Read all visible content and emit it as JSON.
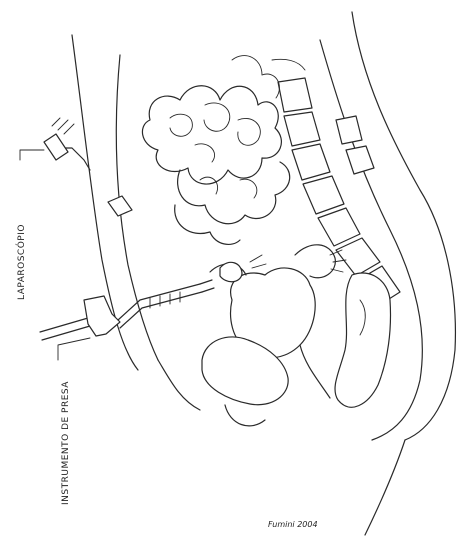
{
  "labels": {
    "laparoscope": "LAPAROSCÓPIO",
    "grasper": "INSTRUMENTO DE PRESA"
  },
  "signature": "Fumini 2004",
  "colors": {
    "ink": "#2a2a2a",
    "background": "#ffffff"
  }
}
